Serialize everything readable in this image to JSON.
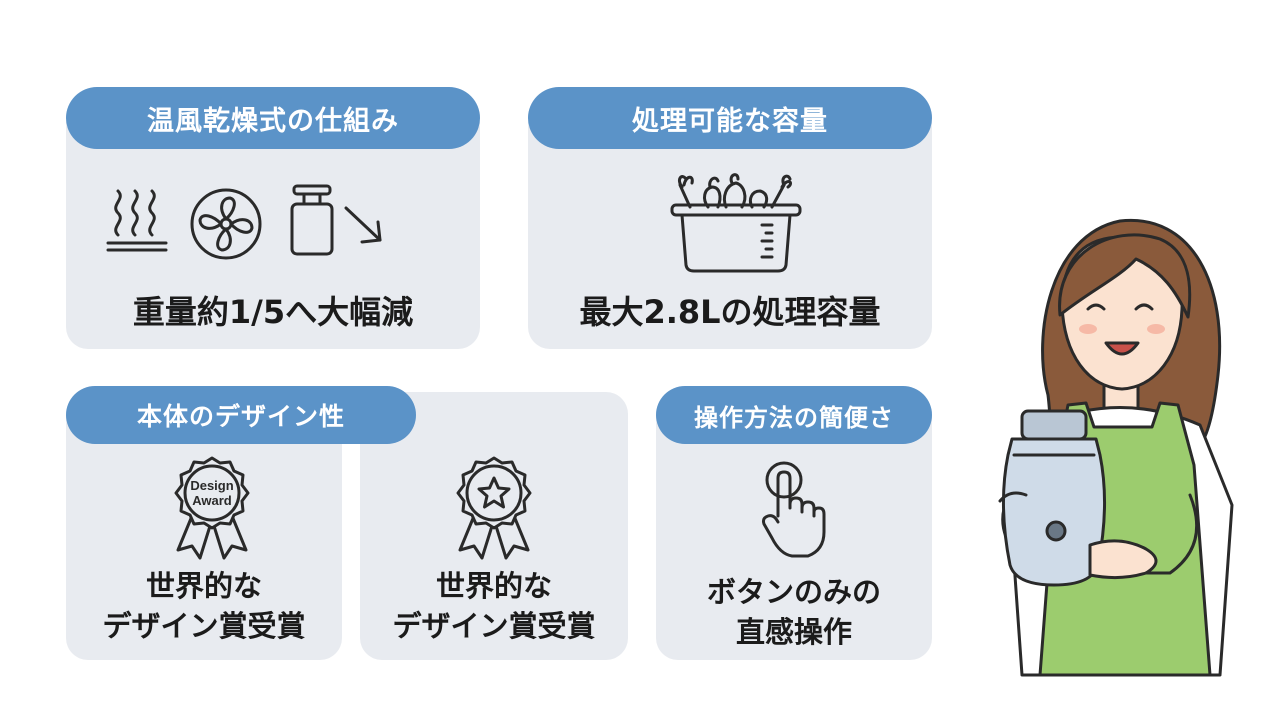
{
  "cards": {
    "drying": {
      "header": "温風乾燥式の仕組み",
      "caption": "重量約1/5へ大幅減"
    },
    "capacity": {
      "header": "処理可能な容量",
      "caption": "最大2.8Lの処理容量"
    },
    "design": {
      "header": "本体のデザイン性",
      "award_badge_text_line1": "Design",
      "award_badge_text_line2": "Award",
      "caption_left_line1": "世界的な",
      "caption_left_line2": "デザイン賞受賞",
      "caption_right_line1": "世界的な",
      "caption_right_line2": "デザイン賞受賞"
    },
    "operation": {
      "header": "操作方法の簡便さ",
      "caption_line1": "ボタンのみの",
      "caption_line2": "直感操作"
    }
  },
  "icons": [
    "heat-waves-icon",
    "fan-icon",
    "weight-arrow-icon",
    "vegetable-basket-icon",
    "design-award-badge-icon",
    "star-award-badge-icon",
    "tap-finger-icon",
    "woman-with-device-illustration"
  ],
  "colors": {
    "pill": "#5b93c8",
    "card": "#e8ebf0",
    "text": "#1b1b1b",
    "apron": "#9ccc6e",
    "hair": "#8a5a3b"
  }
}
